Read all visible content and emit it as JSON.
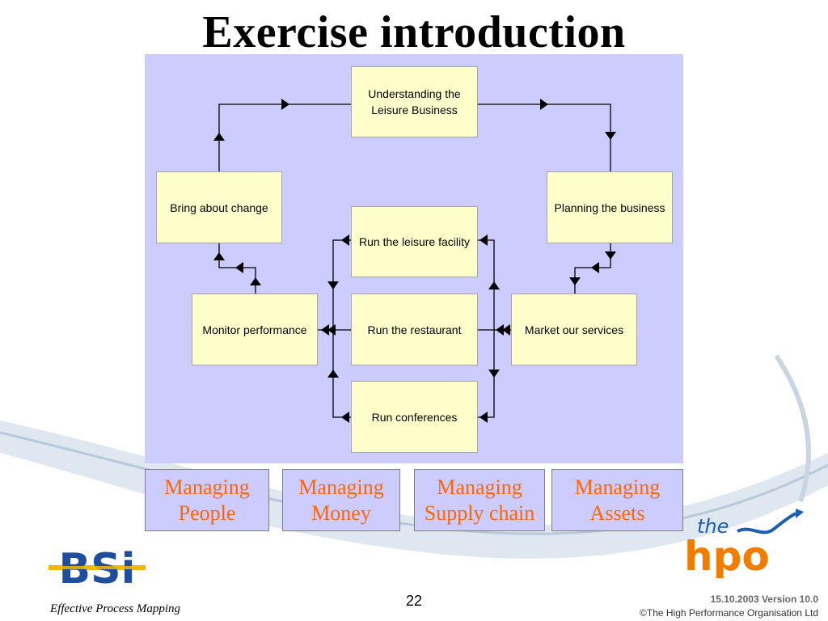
{
  "slide": {
    "title": "Exercise introduction",
    "page_number": "22",
    "footer_left": "Effective Process Mapping",
    "footer_version": "15.10.2003 Version 10.0",
    "footer_copyright": "©The High Performance Organisation Ltd"
  },
  "diagram": {
    "nodes": {
      "understanding": "Understanding the Leisure Business",
      "planning": "Planning the business",
      "bring_change": "Bring about change",
      "run_leisure": "Run the leisure facility",
      "run_restaurant": "Run the restaurant",
      "run_conferences": "Run conferences",
      "monitor": "Monitor performance",
      "market": "Market our services"
    },
    "management": [
      "Managing People",
      "Managing Money",
      "Managing Supply chain",
      "Managing Assets"
    ]
  },
  "logos": {
    "left": "BSi",
    "right_small": "the",
    "right_big": "hpo"
  },
  "colors": {
    "panel": "#ccccff",
    "box": "#ffffcc",
    "management_text": "#ff6600",
    "hpo_orange": "#f07d00",
    "hpo_blue": "#1a5fb4",
    "bsi_blue": "#1f4e9c",
    "bsi_gold": "#f2b705"
  }
}
